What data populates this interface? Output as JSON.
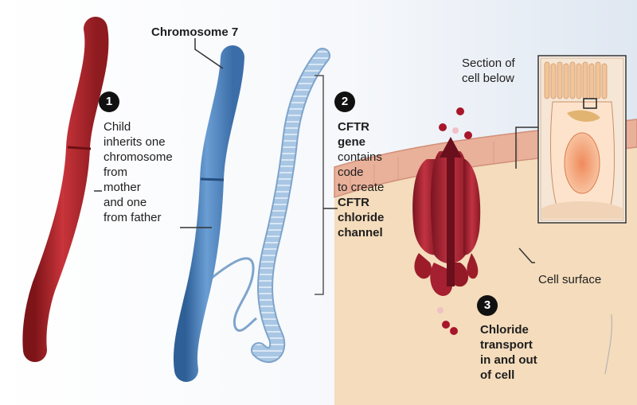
{
  "labels": {
    "chromosome": "Chromosome 7",
    "section": [
      "Section of",
      "cell below"
    ],
    "cell_surface": "Cell surface"
  },
  "steps": [
    {
      "number": "1",
      "lines": [
        "Child",
        "inherits one",
        "chromosome",
        "from",
        "mother",
        "and one",
        "from father"
      ]
    },
    {
      "number": "2",
      "lines": [
        "CFTR",
        "gene",
        "contains",
        "code",
        "to create",
        "CFTR",
        "chloride",
        "channel"
      ]
    },
    {
      "number": "3",
      "lines": [
        "Chloride",
        "transport",
        "in and out",
        "of cell"
      ]
    }
  ],
  "colors": {
    "maternal_chromosome": "#b8262c",
    "paternal_chromosome": "#4f86c0",
    "gene_strand": "#a9c7e4",
    "membrane": "#e9b09a",
    "channel": "#a31f2c",
    "cytoplasm": "#f4dcbc"
  }
}
